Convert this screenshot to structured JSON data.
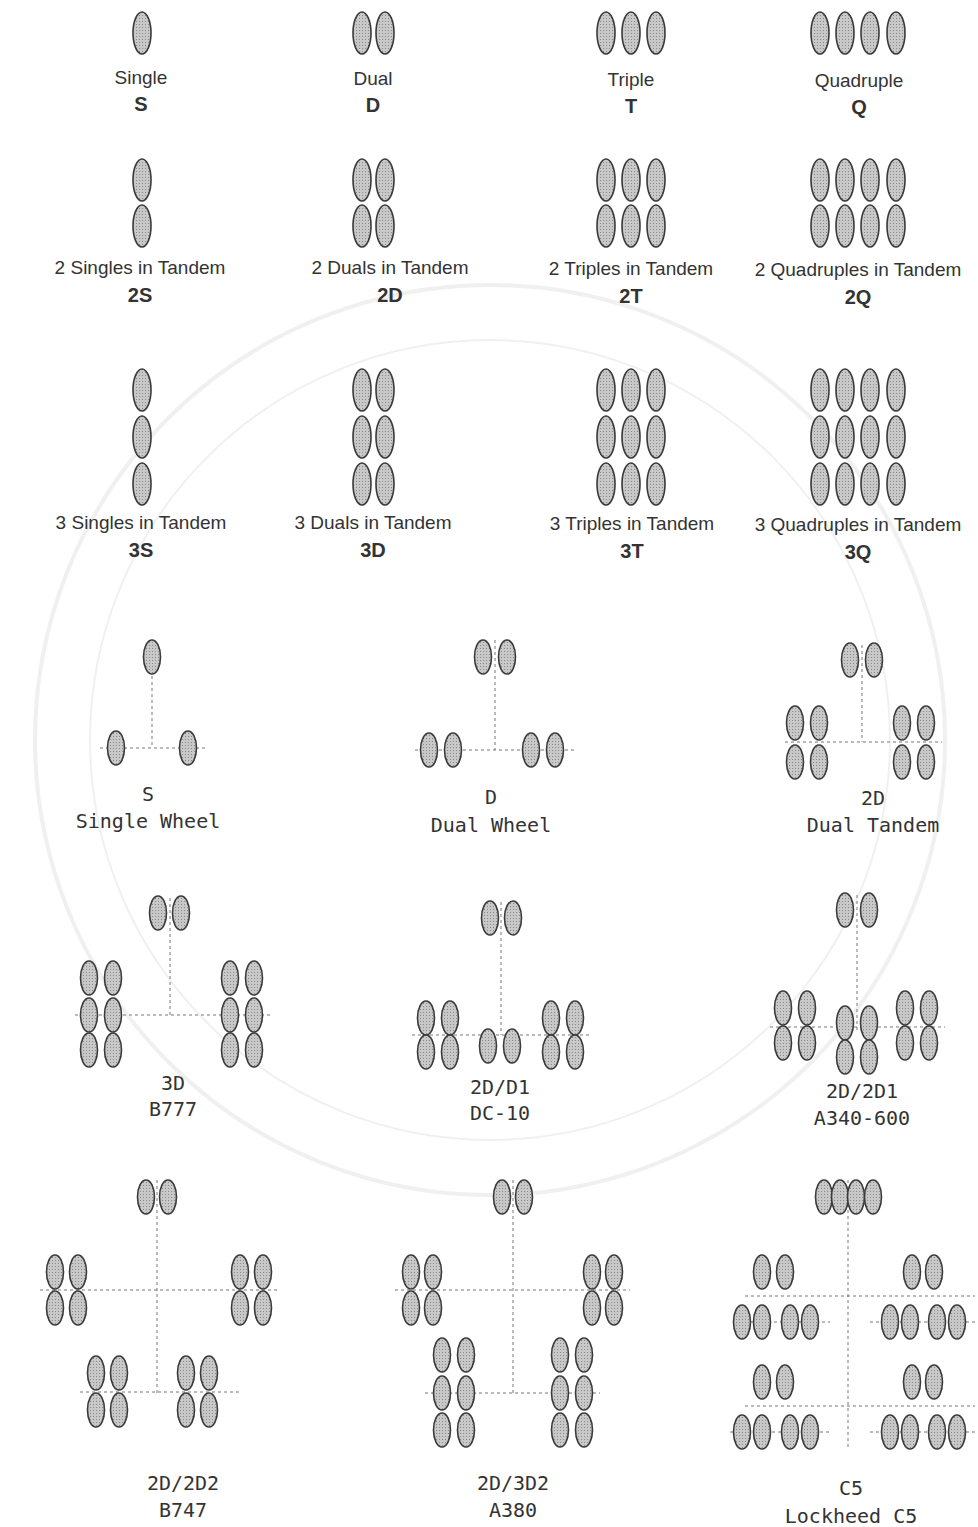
{
  "diagram": {
    "labels": [
      "Single",
      "S",
      "Dual",
      "D",
      "Triple",
      "T",
      "Quadruple",
      "Q",
      "2 Singles in Tandem",
      "2S",
      "2 Duals in Tandem",
      "2D",
      "2 Triples in Tandem",
      "2T",
      "2 Quadruples in Tandem",
      "2Q",
      "3 Singles in Tandem",
      "3S",
      "3 Duals in Tandem",
      "3D",
      "3 Triples in Tandem",
      "3T",
      "3 Quadruples in Tandem",
      "3Q",
      "S",
      "Single Wheel",
      "D",
      "Dual Wheel",
      "2D",
      "Dual Tandem",
      "3D",
      "B777",
      "2D/D1",
      "DC-10",
      "2D/2D1",
      "A340-600",
      "2D/2D2",
      "B747",
      "2D/3D2",
      "A380",
      "C5",
      "Lockheed C5"
    ]
  }
}
